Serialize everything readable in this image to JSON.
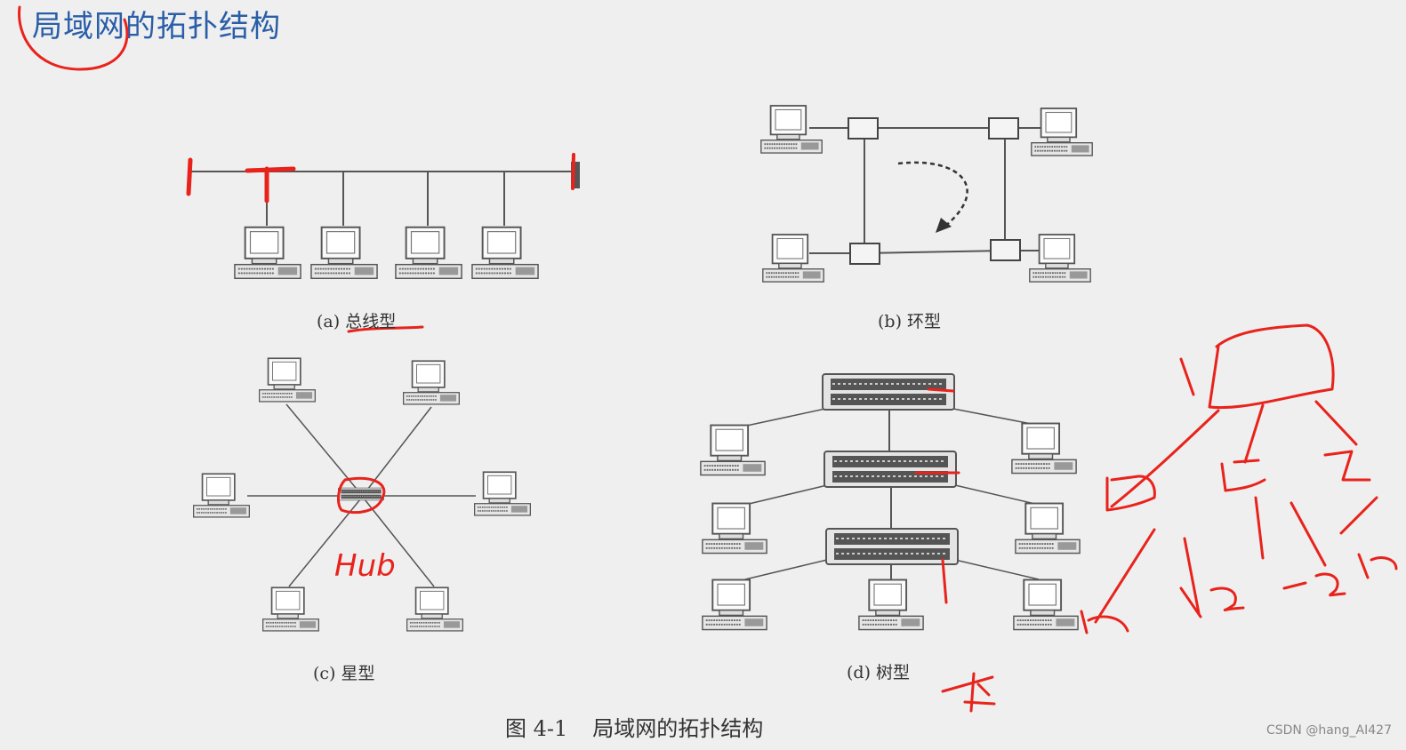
{
  "slide": {
    "title": "局域网的拓扑结构"
  },
  "diagrams": [
    {
      "id": "bus",
      "caption": "(a) 总线型"
    },
    {
      "id": "ring",
      "caption": "(b) 环型"
    },
    {
      "id": "star",
      "caption": "(c) 星型"
    },
    {
      "id": "tree",
      "caption": "(d) 树型"
    }
  ],
  "figure": {
    "number": "图 4-1",
    "title": "局域网的拓扑结构"
  },
  "annotations": {
    "hub_label": "Hub"
  },
  "watermark": "CSDN @hang_AI427",
  "colors": {
    "title": "#2a5ea8",
    "line": "#555555",
    "annotation": "#e8231c"
  }
}
